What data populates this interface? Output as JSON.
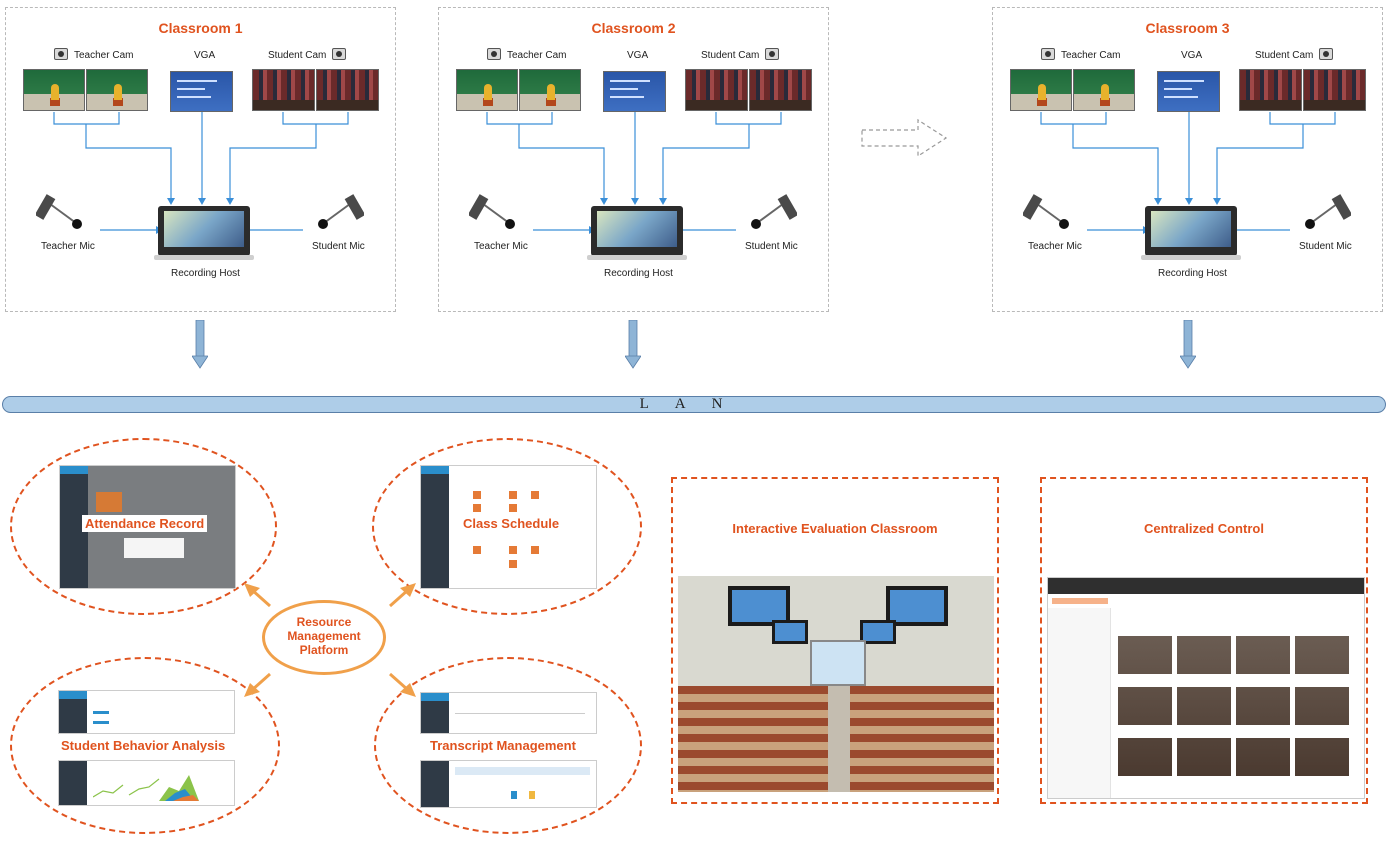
{
  "classrooms": [
    {
      "title": "Classroom 1",
      "teacher_cam": "Teacher Cam",
      "vga": "VGA",
      "student_cam": "Student Cam",
      "teacher_mic": "Teacher Mic",
      "student_mic": "Student Mic",
      "host": "Recording Host"
    },
    {
      "title": "Classroom 2",
      "teacher_cam": "Teacher Cam",
      "vga": "VGA",
      "student_cam": "Student Cam",
      "teacher_mic": "Teacher Mic",
      "student_mic": "Student Mic",
      "host": "Recording Host"
    },
    {
      "title": "Classroom 3",
      "teacher_cam": "Teacher Cam",
      "vga": "VGA",
      "student_cam": "Student Cam",
      "teacher_mic": "Teacher Mic",
      "student_mic": "Student Mic",
      "host": "Recording Host"
    }
  ],
  "network": {
    "label": "LAN"
  },
  "platform": {
    "line1": "Resource",
    "line2": "Management",
    "line3": "Platform"
  },
  "modules": {
    "attendance": "Attendance Record",
    "schedule": "Class Schedule",
    "behavior": "Student Behavior Analysis",
    "transcript": "Transcript Management"
  },
  "panels": {
    "evaluation": "Interactive Evaluation Classroom",
    "control": "Centralized Control"
  },
  "colors": {
    "accent": "#e0531f",
    "link": "#3b8fd8",
    "lan_fill": "#aecde8",
    "platform_ring": "#f0a04a"
  }
}
